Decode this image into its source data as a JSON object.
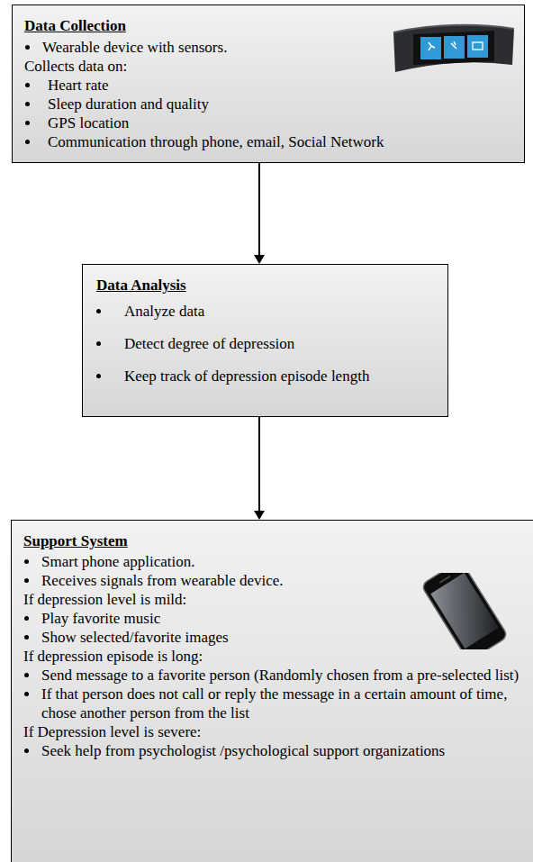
{
  "diagram": {
    "nodes": [
      {
        "text": [
          "Data Collection",
          "Wearable device with sensors.",
          "Collects data on:",
          "Heart rate",
          "Sleep duration and quality",
          "GPS location",
          "Communication through phone, email, Social Network"
        ]
      },
      {
        "text": [
          "Data Analysis",
          "Analyze data",
          "Detect degree of depression",
          "Keep track of depression episode length"
        ]
      },
      {
        "text": [
          "Support System",
          "Smart phone application.",
          "Receives signals from wearable device.",
          "If depression level is mild:",
          "Play favorite music",
          "Show selected/favorite images",
          "If depression episode is long:",
          "Send message to a favorite person (Randomly chosen from a pre-selected list)",
          "If that person does not call or reply the message in a certain amount of time, chose another person from the list",
          "If Depression level is severe:",
          "Seek help from psychologist /psychological support organizations"
        ]
      }
    ],
    "edges": [
      {
        "from": 0,
        "to": 1,
        "arrow": "to"
      },
      {
        "from": 1,
        "to": 2,
        "arrow": "to"
      }
    ]
  }
}
